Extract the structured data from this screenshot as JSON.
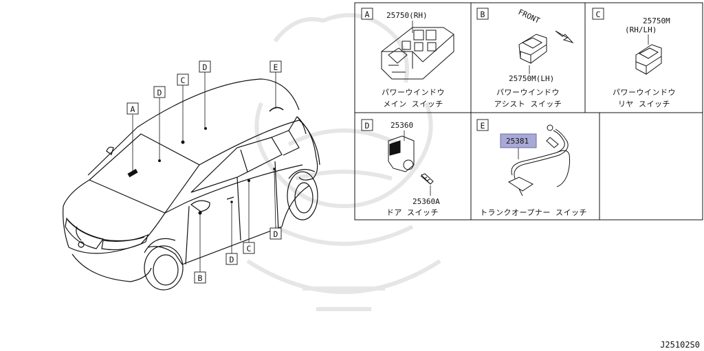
{
  "callouts": {
    "a": "A",
    "b": "B",
    "c": "C",
    "d": "D",
    "e": "E"
  },
  "panels": {
    "a": {
      "letter": "A",
      "part_number": "25750(RH)",
      "caption_1": "パワーウインドウ",
      "caption_2": "メイン スイッチ"
    },
    "b": {
      "letter": "B",
      "front_label": "FRONT",
      "part_number": "25750M(LH)",
      "caption_1": "パワーウインドウ",
      "caption_2": "アシスト スイッチ"
    },
    "c": {
      "letter": "C",
      "part_number_1": "25750M",
      "part_number_2": "(RH/LH)",
      "caption_1": "パワーウインドウ",
      "caption_2": "リヤ スイッチ"
    },
    "d": {
      "letter": "D",
      "part_number": "25360",
      "part_number_2": "25360A",
      "caption": "ドア スイッチ"
    },
    "e": {
      "letter": "E",
      "part_number": "25381",
      "caption": "トランクオープナー スイッチ"
    }
  },
  "diagram_code": "J25102S0",
  "colors": {
    "line": "#111111",
    "highlight_fill": "#a9a9d6",
    "watermark": "#e9e9e9"
  }
}
